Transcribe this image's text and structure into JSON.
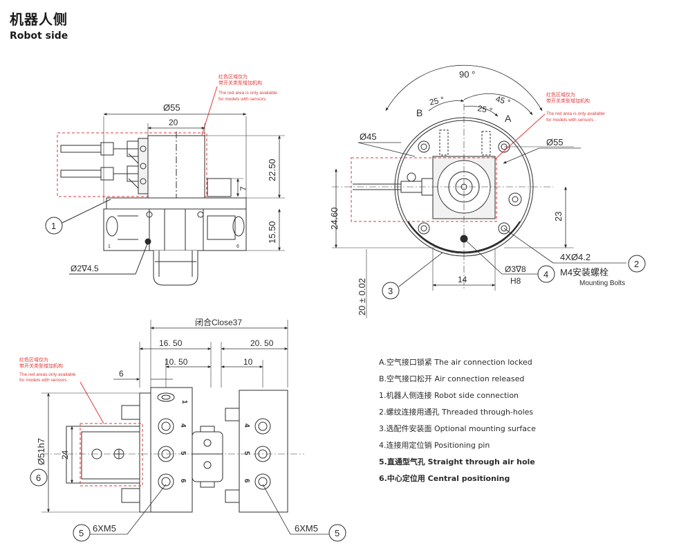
{
  "title": {
    "cn": "机器人侧",
    "en": "Robot side"
  },
  "colors": {
    "line": "#2b2b2b",
    "red": "#e23636",
    "fill": "#f2f2f2"
  },
  "red_note": {
    "cn_line1": "红色区域仅为",
    "cn_line2": "带开关类型增加机构",
    "en_line1": "The red area is only available",
    "en_line2": "for models with sensors.",
    "en_line2_dot": "for models with sensors ."
  },
  "red_note_bl": {
    "cn_line1": "红色区域仅为",
    "cn_line2": "带开关类型增加机构",
    "en_line1": "The red areas only available",
    "en_line2": "for models with sensors."
  },
  "view1": {
    "d55": "Ø55",
    "w20": "20",
    "h2250": "22.50",
    "h7": "7",
    "h1550": "15.50",
    "pin": "Ø2∇4.5",
    "callout1": "1"
  },
  "view2": {
    "angle90": "90 °",
    "angle45": "45 °",
    "ang25a": "25 °",
    "ang25b": "25 °",
    "labelB": "B",
    "labelA": "A",
    "d45": "Ø45",
    "d55": "Ø55",
    "h2460": "24.60",
    "h23": "23",
    "w14": "14",
    "dia20": "20 ± 0.02",
    "holes": "4XØ4.2",
    "bolt_cn": "M4安装螺栓",
    "bolt_en": "Mounting Bolts",
    "pin": "Ø3∇8",
    "h8": "H8",
    "callout2": "2",
    "callout3": "3",
    "callout4": "4"
  },
  "view3": {
    "close": "闭合Close37",
    "w1650": "16. 50",
    "w1050": "10. 50",
    "w2050": "20. 50",
    "w10": "10",
    "w6": "6",
    "d51": "Ø51h7",
    "h24": "24",
    "thread_left": "6XM5",
    "thread_right": "6XM5",
    "callout5a": "5",
    "callout5b": "5",
    "callout6": "6",
    "port_marks": [
      "4",
      "5",
      "6"
    ]
  },
  "legend": [
    {
      "id": "A",
      "text": "A.空气接口锁紧 The air connection locked",
      "bold": false
    },
    {
      "id": "B",
      "text": "B.空气接口松开 Air connection released",
      "bold": false
    },
    {
      "id": "1",
      "text": "1.机器人侧连接 Robot side connection",
      "bold": false
    },
    {
      "id": "2",
      "text": "2.螺纹连接用通孔 Threaded through-holes",
      "bold": false
    },
    {
      "id": "3",
      "text": "3.选配件安装面 Optional mounting surface",
      "bold": false
    },
    {
      "id": "4",
      "text": "4.连接用定位销 Positioning pin",
      "bold": false
    },
    {
      "id": "5",
      "text": "5.直通型气孔 Straight through air hole",
      "bold": true
    },
    {
      "id": "6",
      "text": "6.中心定位用 Central positioning",
      "bold": true
    }
  ]
}
